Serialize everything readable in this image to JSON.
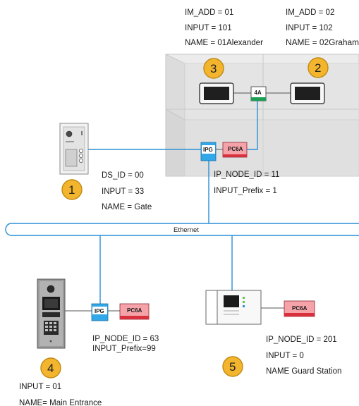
{
  "colors": {
    "link_blue": "#2a8fd8",
    "badge_yellow": "#f4b52e",
    "badge_border": "#c08a13",
    "pc6a_fill": "#f5a3a9",
    "pc6a_band": "#d9303d",
    "ipg_fill": "#32a8e8",
    "adapter_4a_band": "#1e9e55",
    "building_fill": "#e8e8e8",
    "gray_line": "#555555"
  },
  "network": {
    "label": "Ethernet"
  },
  "building": {
    "monitor_3": {
      "badge": "3",
      "im_add": "IM_ADD = 01",
      "input": "INPUT = 101",
      "name": "NAME = 01Alexander"
    },
    "monitor_2": {
      "badge": "2",
      "im_add": "IM_ADD = 02",
      "input": "INPUT = 102",
      "name": "NAME = 02Graham"
    },
    "adapter_label": "4A",
    "ipg_label": "IPG",
    "pc6a_label": "PC6A",
    "ip_node_id": "IP_NODE_ID = 11",
    "input_prefix": "INPUT_Prefix = 1"
  },
  "door_station_1": {
    "badge": "1",
    "ds_id": "DS_ID = 00",
    "input": "INPUT = 33",
    "name": "NAME = Gate"
  },
  "main_entrance_4": {
    "badge": "4",
    "ipg_label": "IPG",
    "pc6a_label": "PC6A",
    "ip_node_id": "IP_NODE_ID = 63",
    "input_prefix": "INPUT_Prefix=99",
    "input": "INPUT = 01",
    "name": "NAME= Main Entrance"
  },
  "guard_station_5": {
    "badge": "5",
    "pc6a_label": "PC6A",
    "ip_node_id": "IP_NODE_ID = 201",
    "input": "INPUT = 0",
    "name": "NAME Guard Station"
  }
}
